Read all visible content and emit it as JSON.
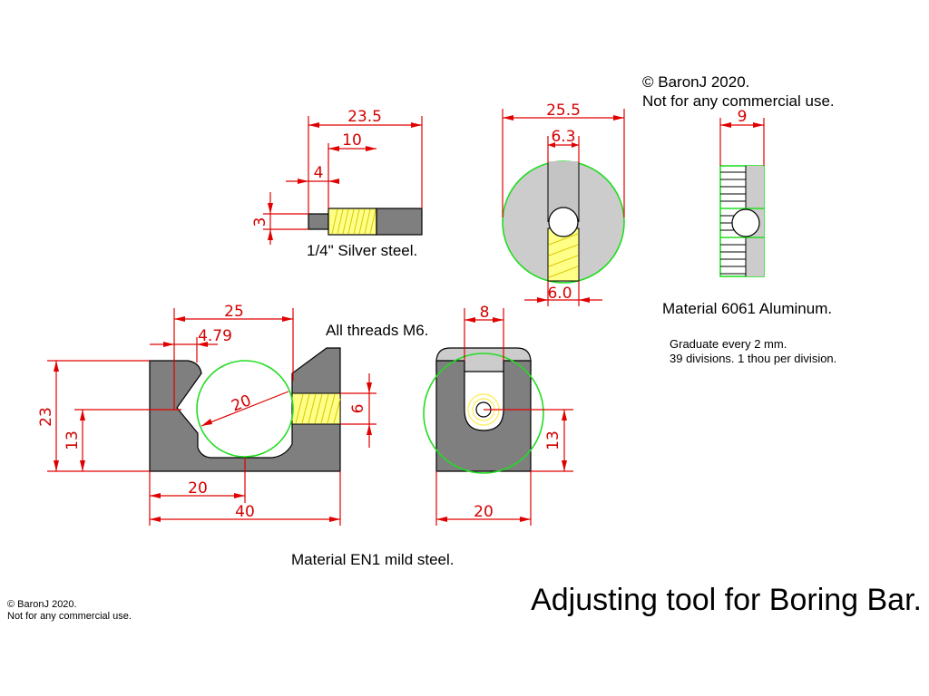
{
  "copyright_top": {
    "line1": "© BaronJ 2020.",
    "line2": "Not for any commercial use."
  },
  "copyright_bottom": {
    "line1": "© BaronJ 2020.",
    "line2": "Not for any commercial use."
  },
  "title": "Adjusting tool for Boring Bar.",
  "notes": {
    "silver_steel": "1/4\" Silver steel.",
    "aluminum": "Material 6061 Aluminum.",
    "threads": "All threads M6.",
    "graduate_line1": "Graduate every 2 mm.",
    "graduate_line2": "39 divisions. 1 thou per division.",
    "mild_steel": "Material EN1 mild steel."
  },
  "dimensions": {
    "pin_length": "23.5",
    "pin_thread": "10",
    "pin_tip": "4",
    "pin_tip_dia": "3",
    "disc_dia": "25.5",
    "disc_hole_top": "6.3",
    "disc_hole_bottom": "6.0",
    "drum_width": "9",
    "block_top": "25",
    "block_vee": "4.79",
    "block_circle": "20",
    "block_thread": "6",
    "block_height": "23",
    "block_center": "13",
    "block_half": "20",
    "block_length": "40",
    "side_slot": "8",
    "side_center": "13",
    "side_width": "20"
  },
  "colors": {
    "dimension": "#e00000",
    "part_fill": "#7f7f7f",
    "disc_fill": "#cccccc",
    "thread_fill": "#ffff88",
    "outline_green": "#22dd22"
  }
}
